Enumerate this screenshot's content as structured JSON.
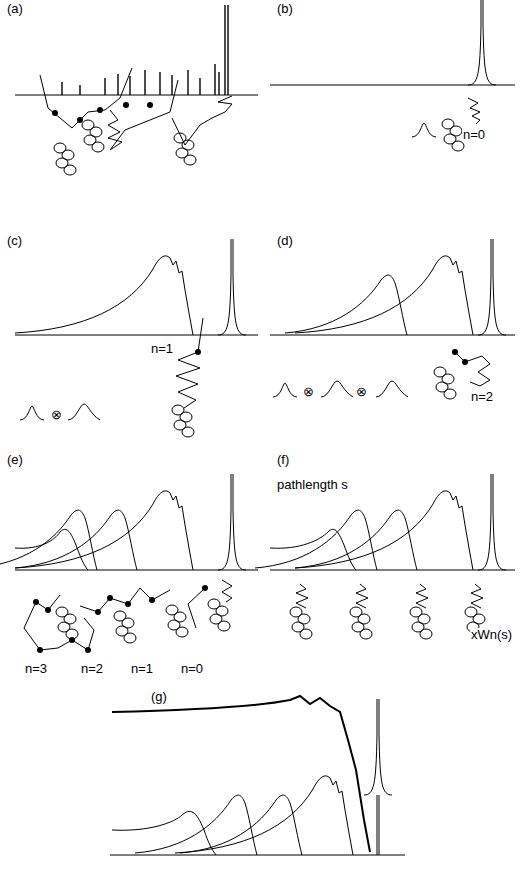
{
  "diagram": {
    "labels": [
      "(a)",
      "(b)",
      "n=0",
      "(c)",
      "n=1",
      "⊗",
      "(d)",
      "n=2",
      "⊗",
      "⊗",
      "(e)",
      "n=3",
      "n=2",
      "n=1",
      "n=0",
      "(f)",
      "pathlength s",
      "xWn(s)",
      "(g)"
    ]
  }
}
